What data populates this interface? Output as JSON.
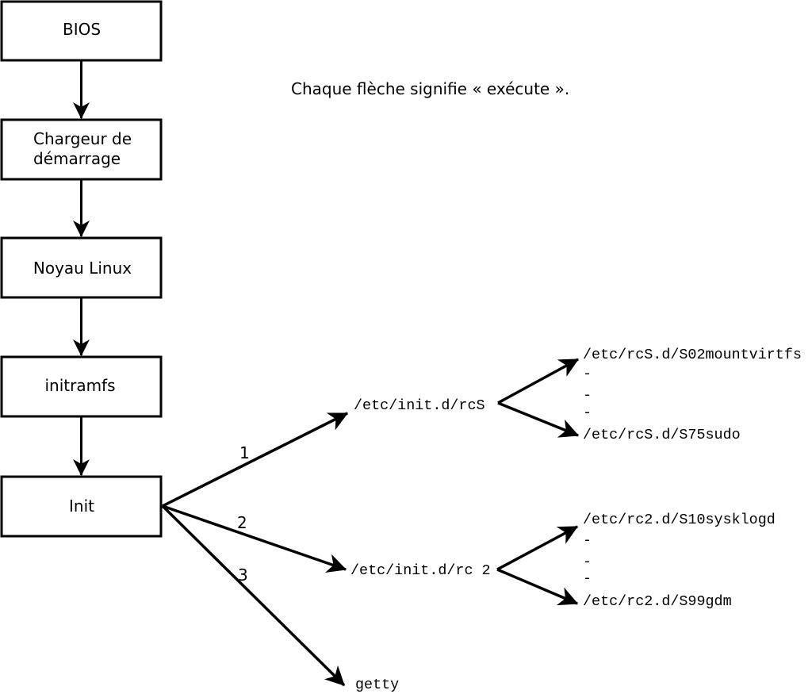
{
  "caption": {
    "text": "Chaque flèche signifie « exécute »."
  },
  "chain": {
    "bios": "BIOS",
    "bootloader_line1": "Chargeur de",
    "bootloader_line2": "démarrage",
    "kernel": "Noyau Linux",
    "initramfs": "initramfs",
    "init": "Init"
  },
  "fan": {
    "label1": "1",
    "label2": "2",
    "label3": "3",
    "rcs": "/etc/init.d/rcS",
    "rc2": "/etc/init.d/rc 2",
    "getty": "getty"
  },
  "rcs_scripts": {
    "first": "/etc/rcS.d/S02mountvirtfs",
    "dash1": "-",
    "dash2": "-",
    "dash3": "-",
    "last": "/etc/rcS.d/S75sudo"
  },
  "rc2_scripts": {
    "first": "/etc/rc2.d/S10sysklogd",
    "dash1": "-",
    "dash2": "-",
    "dash3": "-",
    "last": "/etc/rc2.d/S99gdm"
  },
  "colors": {
    "ink": "#000000",
    "background": "#ffffff"
  }
}
